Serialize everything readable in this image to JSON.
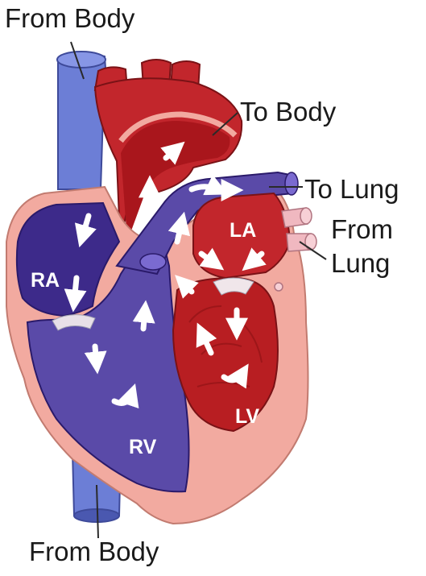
{
  "labels": {
    "from_body_top": "From Body",
    "to_body": "To Body",
    "to_lung": "To Lung",
    "from_lung_1": "From",
    "from_lung_2": "Lung",
    "from_body_bottom": "From Body"
  },
  "chambers": {
    "ra": "RA",
    "la": "LA",
    "rv": "RV",
    "lv": "LV"
  },
  "colors": {
    "deoxygenated": "#5a4aa8",
    "oxygenated": "#c2262c",
    "vena_cava": "#6c7ed6",
    "muscle": "#f2aaa0",
    "outline": "#2a2a2a",
    "arrow": "#ffffff"
  }
}
